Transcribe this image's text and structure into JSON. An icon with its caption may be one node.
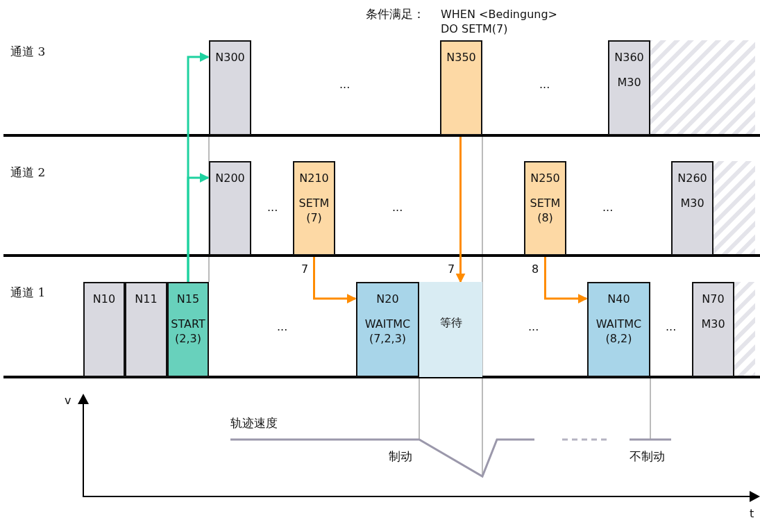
{
  "diagram": {
    "nodes": [
      {
        "text": [
          "N300"
        ]
      },
      {
        "text": [
          "N350"
        ],
        "beside": [
          "条件满足：",
          "WHEN <Bedingung> DO SETM(7)"
        ]
      },
      {
        "text": [
          "N360",
          "M30"
        ]
      },
      {
        "text": [
          "N200"
        ]
      },
      {
        "text": [
          "N210",
          "SETM (7)"
        ]
      },
      {
        "text": [
          "N250",
          "SETM (8)"
        ]
      },
      {
        "text": [
          "N260",
          "M30"
        ]
      },
      {
        "text": [
          "N10"
        ]
      },
      {
        "text": [
          "N11"
        ]
      },
      {
        "text": [
          "N15",
          "START (2,3)"
        ]
      },
      {
        "text": [
          "N20",
          "WAITMC (7,2,3)"
        ]
      },
      {
        "text": [
          "等待"
        ]
      },
      {
        "text": [
          "N40",
          "WAITMC (8,2)"
        ]
      },
      {
        "text": [
          "N70",
          "M30"
        ]
      }
    ],
    "edges": [
      {
        "from": 9,
        "to": 0,
        "arrow": "to",
        "color": "#1ed2a0"
      },
      {
        "from": 9,
        "to": 3,
        "arrow": "to",
        "color": "#1ed2a0"
      },
      {
        "from": 4,
        "to": 10,
        "arrow": "to",
        "label": "7"
      },
      {
        "from": 1,
        "to": 11,
        "arrow": "to",
        "label": "7"
      },
      {
        "from": 5,
        "to": 12,
        "arrow": "to",
        "label": "8"
      }
    ],
    "labels": [
      "通道 3",
      "...",
      "...",
      "通道 2",
      "...",
      "...",
      "...",
      "通道 1",
      "...",
      "...",
      "...",
      "v",
      "轨迹速度",
      "制动",
      "不制动",
      "t"
    ]
  }
}
